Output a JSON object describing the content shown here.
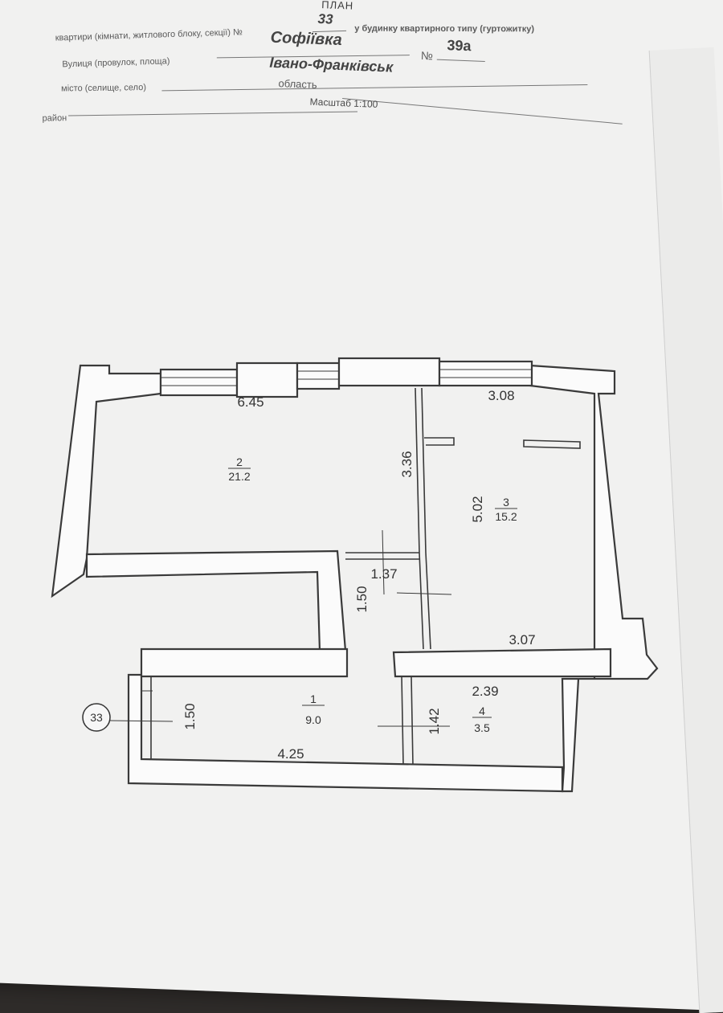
{
  "header": {
    "title": "ПЛАН",
    "apartment_caption": "квартири (кімнати, житлового блоку, секції) №",
    "apartment_no": "33",
    "building_caption": "у будинку квартирного типу (гуртожитку)",
    "street_caption": "Вулиця (провулок, площа)",
    "street": "Софіївка",
    "house_label": "№",
    "house_no": "39а",
    "city_caption": "місто (селище, село)",
    "city": "Івано-Франківськ",
    "region_caption": "область",
    "district_caption": "район",
    "scale": "Масштаб 1:100"
  },
  "plan": {
    "apartment_marker": "33",
    "rooms": [
      {
        "no": "2",
        "area": "21.2"
      },
      {
        "no": "3",
        "area": "15.2"
      },
      {
        "no": "1",
        "area": "9.0"
      },
      {
        "no": "4",
        "area": "3.5"
      }
    ],
    "dimensions": {
      "room2_width": "6.45",
      "room2_depth": "3.36",
      "room3_top": "3.08",
      "room3_depth": "5.02",
      "room3_bottom": "3.07",
      "corridor_width": "1.37",
      "corridor_length": "1.50",
      "room1_height": "1.50",
      "room1_width": "4.25",
      "room4_width": "2.39",
      "room4_height": "1.42"
    }
  }
}
